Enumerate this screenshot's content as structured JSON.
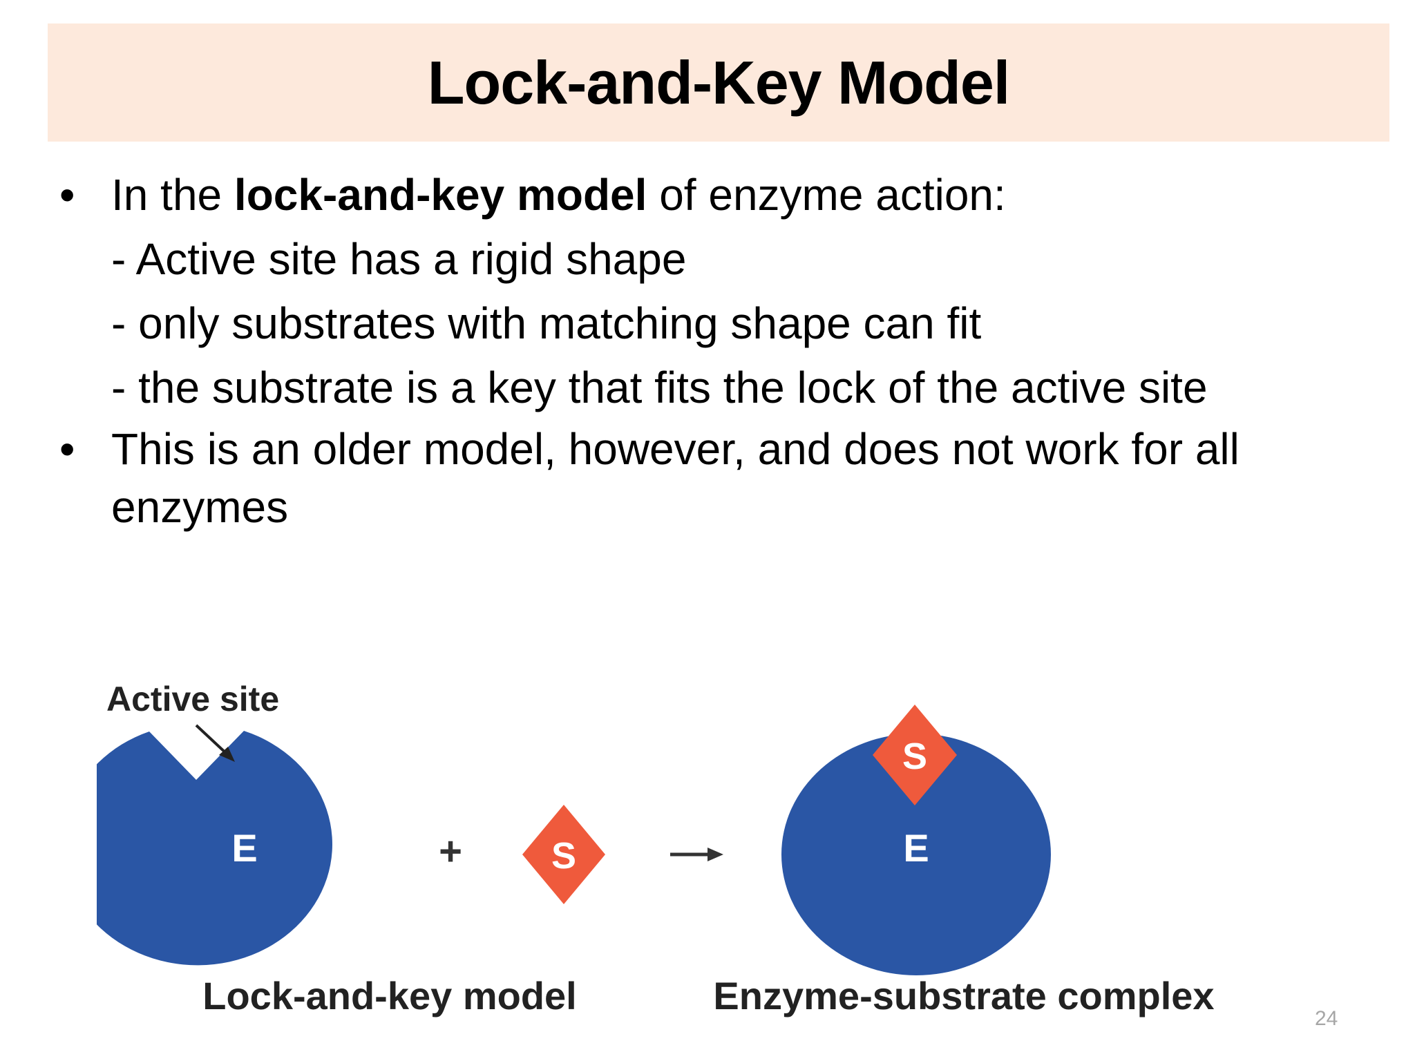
{
  "slide": {
    "title": "Lock-and-Key Model",
    "page_number": "24"
  },
  "content": {
    "bullet_1": {
      "prefix": "In the ",
      "bold": "lock-and-key model",
      "suffix": " of enzyme action:"
    },
    "sub_items": [
      "- Active site has a rigid shape",
      "- only substrates with matching shape can fit",
      "- the substrate is a key that fits the lock of the active site"
    ],
    "bullet_2": {
      "line_1": "This is an older model, however, and does not work for all",
      "line_2": "enzymes"
    },
    "bullet_glyph": "•"
  },
  "diagram": {
    "active_site_label": "Active site",
    "enzyme_letter": "E",
    "substrate_letter": "S",
    "plus_symbol": "+",
    "left_caption": "Lock-and-key model",
    "right_caption": "Enzyme-substrate complex",
    "enzyme_color": "#2a56a5",
    "substrate_color": "#ef5a3c"
  }
}
